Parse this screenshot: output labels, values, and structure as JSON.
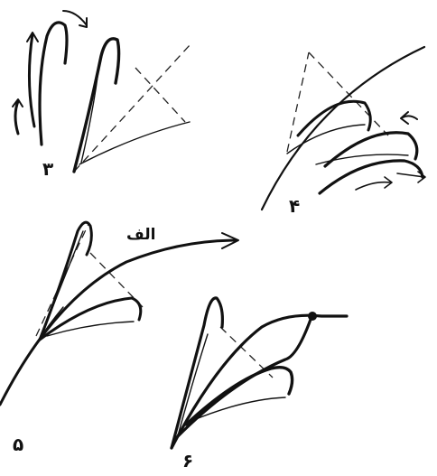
{
  "ink_color": "#111111",
  "background": "#ffffff",
  "figures": [
    {
      "id": "fig-3",
      "label": "۳"
    },
    {
      "id": "fig-4",
      "label": "۴"
    },
    {
      "id": "fig-5",
      "label": "۵",
      "annotation": "الف"
    },
    {
      "id": "fig-6",
      "label": "۶"
    }
  ]
}
